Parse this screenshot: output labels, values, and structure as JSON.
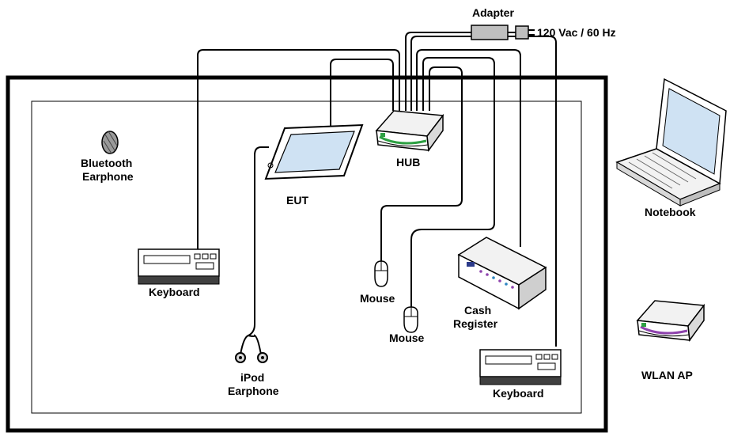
{
  "power": {
    "adapter_label": "Adapter",
    "supply_label": "120 Vac / 60 Hz"
  },
  "devices": {
    "hub": "HUB",
    "eut": "EUT",
    "bluetooth_earphone": [
      "Bluetooth",
      "Earphone"
    ],
    "keyboard_left": "Keyboard",
    "keyboard_right": "Keyboard",
    "ipod_earphone": [
      "iPod",
      "Earphone"
    ],
    "mouse_1": "Mouse",
    "mouse_2": "Mouse",
    "cash_register": [
      "Cash",
      "Register"
    ],
    "notebook": "Notebook",
    "wlan_ap": "WLAN AP"
  },
  "icons": {
    "adapter": "power-adapter-icon",
    "hub": "network-hub-icon",
    "eut": "tablet-icon",
    "bluetooth": "bluetooth-earphone-icon",
    "keyboard": "keyboard-icon",
    "ipod": "ipod-earphone-icon",
    "mouse": "mouse-icon",
    "cash": "cash-register-icon",
    "notebook": "laptop-icon",
    "wlan": "wireless-access-point-icon"
  },
  "colors": {
    "line": "#000000",
    "device_body": "#ffffff",
    "device_shade": "#d9d9d9",
    "screen": "#cfe2f3",
    "led_green": "#2ea043",
    "led_purple": "#8e44ad"
  }
}
